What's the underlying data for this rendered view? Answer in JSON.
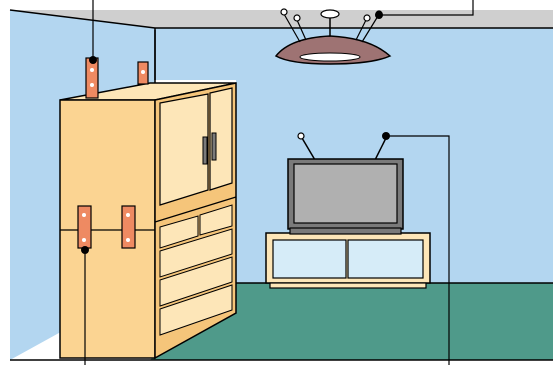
{
  "scene": {
    "description_free": true,
    "colors": {
      "wall": "#b3d6f0",
      "ceiling": "#cfcfcf",
      "floor": "#4f9a8a",
      "outline": "#000000",
      "cabinet_light": "#fde6b8",
      "cabinet_mid": "#fbd492",
      "cabinet_dark": "#f5c57a",
      "bracket": "#ee8a62",
      "tv_body": "#7a7a7a",
      "tv_screen": "#b0b0b0",
      "tv_stand": "#fde6b8",
      "stand_glass": "#d6ecf8",
      "lamp_shade": "#9e7373",
      "lamp_rim": "#ffffff"
    },
    "callouts": [
      {
        "name": "top-bracket-callout",
        "target": "cabinet-top-bracket"
      },
      {
        "name": "ceiling-lamp-callout",
        "target": "ceiling-lamp"
      },
      {
        "name": "tv-antenna-callout",
        "target": "tv-antenna"
      },
      {
        "name": "side-bracket-callout",
        "target": "cabinet-side-bracket"
      }
    ]
  }
}
